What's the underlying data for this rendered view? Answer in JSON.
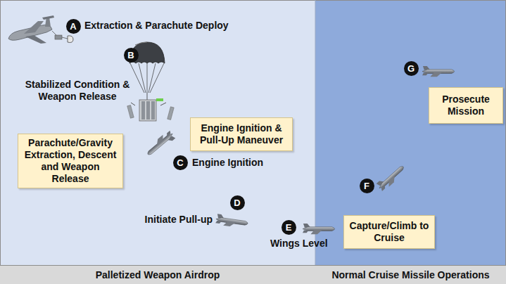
{
  "diagram": {
    "nodes": [
      {
        "text": [
          "Prosecute Mission"
        ]
      },
      {
        "text": [
          "Engine Ignition & Pull-Up Maneuver"
        ]
      },
      {
        "text": [
          "Parachute/Gravity Extraction, Descent and Weapon Release"
        ]
      },
      {
        "text": [
          "Capture/Climb to Cruise"
        ]
      },
      {
        "text": [
          "Palletized Weapon Airdrop"
        ]
      },
      {
        "text": [
          "Normal Cruise Missile Operations"
        ]
      }
    ],
    "labels": [
      "A",
      "Extraction & Parachute Deploy",
      "B",
      "Stabilized Condition & Weapon Release",
      "C",
      "Engine Ignition",
      "D",
      "Initiate Pull-up",
      "E",
      "Wings Level",
      "F",
      "G"
    ]
  }
}
